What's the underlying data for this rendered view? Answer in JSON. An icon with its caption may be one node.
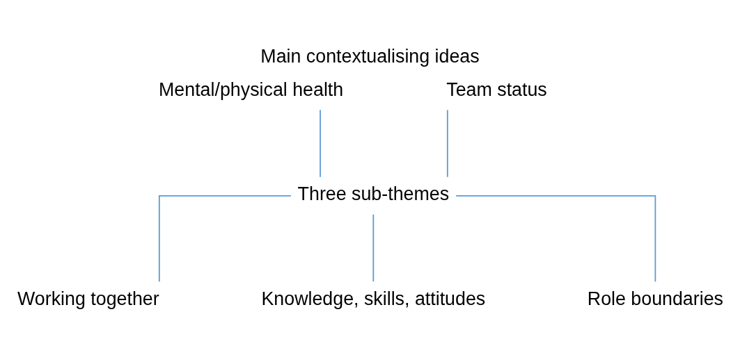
{
  "diagram": {
    "title": "Main contextualising ideas",
    "nodes": [
      {
        "text": [
          "Mental/physical health"
        ]
      },
      {
        "text": [
          "Team status"
        ]
      },
      {
        "text": [
          "Three sub-themes"
        ]
      },
      {
        "text": [
          "Working together"
        ]
      },
      {
        "text": [
          "Knowledge, skills, attitudes"
        ]
      },
      {
        "text": [
          "Role boundaries"
        ]
      }
    ],
    "edges": [
      {
        "from": 0,
        "to": 2,
        "arrow": "none",
        "color": "#5b9bd5"
      },
      {
        "from": 1,
        "to": 2,
        "arrow": "none",
        "color": "#5b9bd5"
      },
      {
        "from": 2,
        "to": 3,
        "arrow": "none",
        "color": "#5b9bd5"
      },
      {
        "from": 2,
        "to": 4,
        "arrow": "none",
        "color": "#5b9bd5"
      },
      {
        "from": 2,
        "to": 5,
        "arrow": "none",
        "color": "#5b9bd5"
      }
    ]
  }
}
